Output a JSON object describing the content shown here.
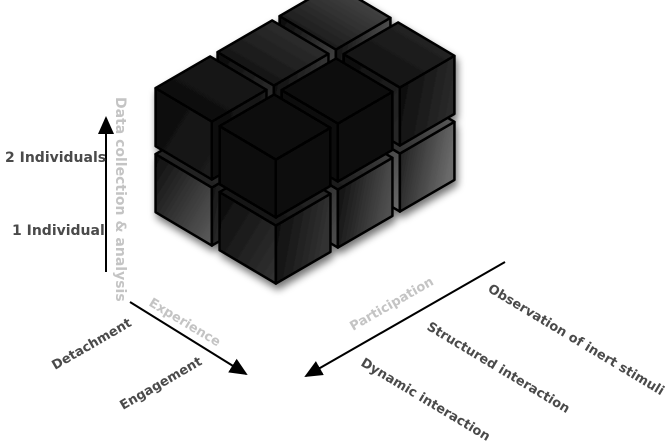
{
  "diagram": {
    "vertical_axis": {
      "title": "Data collection & analysis",
      "levels": [
        "2 Individuals",
        "1 Individual"
      ]
    },
    "left_axis": {
      "title": "Experience",
      "levels": [
        "Detachment",
        "Engagement"
      ]
    },
    "right_axis": {
      "title": "Participation",
      "levels": [
        "Observation of inert stimuli",
        "Structured interaction",
        "Dynamic interaction"
      ]
    },
    "colors": {
      "label_dark": "#4a4a4a",
      "label_light": "#c4c4c4",
      "cube_dark": "#000000",
      "cube_light": "#f2f2f2",
      "arrow": "#000000"
    }
  }
}
